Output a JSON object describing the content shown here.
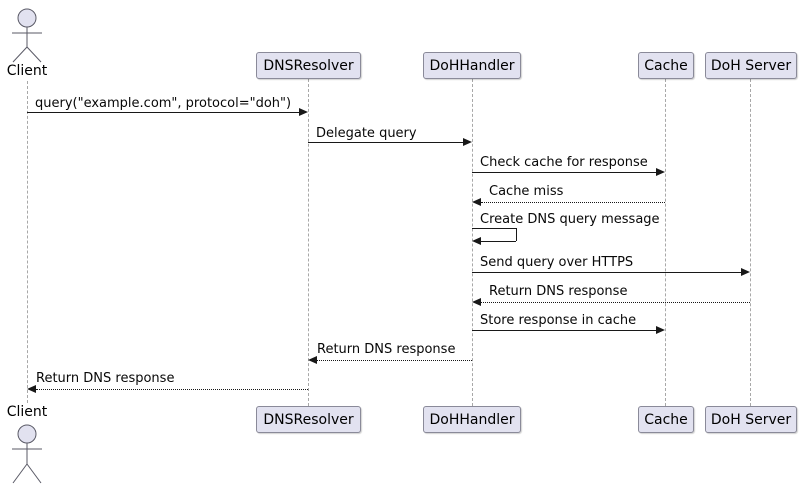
{
  "actor": {
    "label": "Client"
  },
  "participants": [
    {
      "label": "DNSResolver"
    },
    {
      "label": "DoHHandler"
    },
    {
      "label": "Cache"
    },
    {
      "label": "DoH Server"
    }
  ],
  "messages": [
    {
      "label": "query(\"example.com\", protocol=\"doh\")",
      "from": "Client",
      "to": "DNSResolver",
      "line": "solid",
      "direction": "right"
    },
    {
      "label": "Delegate query",
      "from": "DNSResolver",
      "to": "DoHHandler",
      "line": "solid",
      "direction": "right"
    },
    {
      "label": "Check cache for response",
      "from": "DoHHandler",
      "to": "Cache",
      "line": "solid",
      "direction": "right"
    },
    {
      "label": "Cache miss",
      "from": "Cache",
      "to": "DoHHandler",
      "line": "dotted",
      "direction": "left"
    },
    {
      "label": "Create DNS query message",
      "from": "DoHHandler",
      "to": "DoHHandler",
      "line": "solid",
      "direction": "self"
    },
    {
      "label": "Send query over HTTPS",
      "from": "DoHHandler",
      "to": "DoH Server",
      "line": "solid",
      "direction": "right"
    },
    {
      "label": "Return DNS response",
      "from": "DoH Server",
      "to": "DoHHandler",
      "line": "dotted",
      "direction": "left"
    },
    {
      "label": "Store response in cache",
      "from": "DoHHandler",
      "to": "Cache",
      "line": "solid",
      "direction": "right"
    },
    {
      "label": "Return DNS response",
      "from": "DoHHandler",
      "to": "DNSResolver",
      "line": "dotted",
      "direction": "left"
    },
    {
      "label": "Return DNS response",
      "from": "DNSResolver",
      "to": "Client",
      "line": "dotted",
      "direction": "left"
    }
  ],
  "colors": {
    "background": "#FFFFFF",
    "participant_fill": "#E2E2F0",
    "participant_border": "#8A8A99",
    "lifeline": "#A8A8A8",
    "arrow_color": "#181818",
    "actor_stroke": "#5A5A66"
  }
}
